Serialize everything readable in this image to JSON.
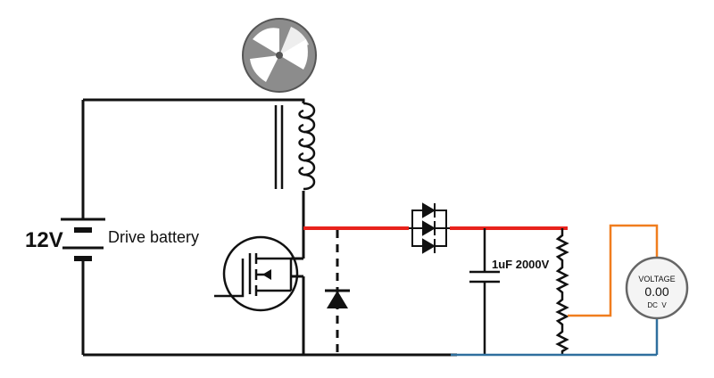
{
  "labels": {
    "battery_voltage": "12V",
    "battery_name": "Drive battery",
    "capacitor": "1uF 2000V"
  },
  "meter": {
    "title": "VOLTAGE",
    "reading": "0.00",
    "mode": "DC  V"
  },
  "colors": {
    "wire": "#111111",
    "high_voltage_wire": "#e8221c",
    "meter_positive_lead": "#f07d1e",
    "meter_negative_lead": "#2f6f9e",
    "motor_fill": "#8c8c8c"
  }
}
